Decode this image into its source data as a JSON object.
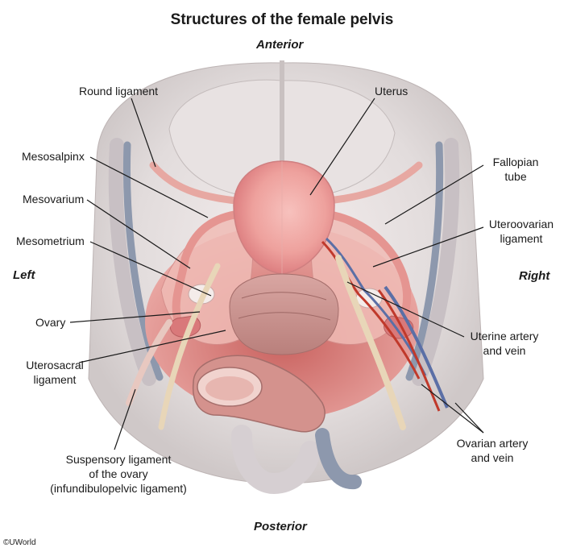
{
  "title": "Structures of the female pelvis",
  "orientation": {
    "anterior": "Anterior",
    "posterior": "Posterior",
    "left": "Left",
    "right": "Right"
  },
  "labels": {
    "round_ligament": "Round ligament",
    "uterus": "Uterus",
    "mesosalpinx": "Mesosalpinx",
    "fallopian_tube_1": "Fallopian",
    "fallopian_tube_2": "tube",
    "mesovarium": "Mesovarium",
    "uteroovarian_1": "Uteroovarian",
    "uteroovarian_2": "ligament",
    "mesometrium": "Mesometrium",
    "ovary": "Ovary",
    "uterine_artery_1": "Uterine artery",
    "uterine_artery_2": "and vein",
    "uterosacral_1": "Uterosacral",
    "uterosacral_2": "ligament",
    "ovarian_artery_1": "Ovarian artery",
    "ovarian_artery_2": "and vein",
    "suspensory_1": "Suspensory ligament",
    "suspensory_2": "of the ovary",
    "suspensory_3": "(infundibulopelvic ligament)"
  },
  "copyright": "©UWorld",
  "colors": {
    "tissue_pink": "#e89a9a",
    "uterus_pink": "#f0a3a3",
    "pelvic_wall": "#e7e3e3",
    "vessel_blue": "#8a97ad",
    "artery_red": "#c0392b",
    "ureter_tan": "#e8d6b8"
  }
}
